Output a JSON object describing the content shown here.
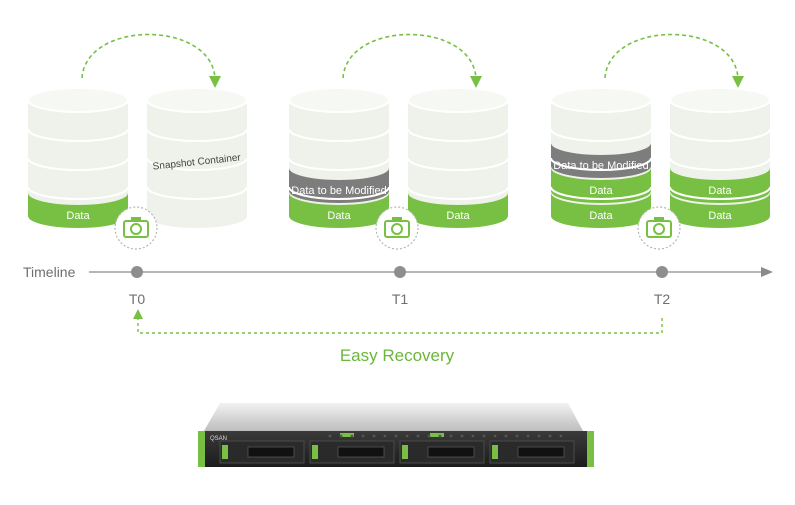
{
  "colors": {
    "green": "#77c043",
    "green_dark": "#5aa52c",
    "cylinder_light": "#eef2ea",
    "cylinder_edge": "#ffffff",
    "gray_band": "#7d7d7d",
    "timeline": "#8a8a8a",
    "node": "#8e8e8e",
    "text_gray": "#6f6f6f",
    "recovery_green": "#6cb63b"
  },
  "snapshots": [
    {
      "primary_labels": [
        "Data"
      ],
      "container_labels": [],
      "container_caption": "Snapshot Container"
    },
    {
      "primary_labels": [
        "Data to be Modified",
        "Data"
      ],
      "container_labels": [
        "Data"
      ],
      "container_caption": ""
    },
    {
      "primary_labels": [
        "Data to be Modified",
        "Data",
        "Data"
      ],
      "container_labels": [
        "Data",
        "Data"
      ],
      "container_caption": ""
    }
  ],
  "timeline": {
    "label": "Timeline",
    "points": [
      "T0",
      "T1",
      "T2"
    ]
  },
  "recovery": {
    "label": "Easy Recovery"
  },
  "server": {
    "brand": "QSAN",
    "icon": "rack-server-icon"
  },
  "icons": {
    "camera": "camera-icon",
    "arrow": "dashed-arrow-icon"
  }
}
